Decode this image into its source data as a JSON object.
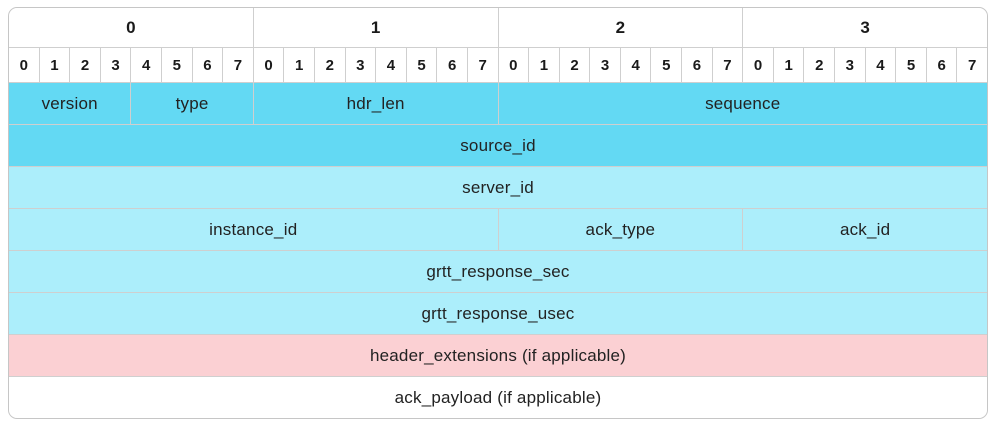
{
  "diagram_title": "protocol-header-layout",
  "byte_headers": [
    "0",
    "1",
    "2",
    "3"
  ],
  "bit_headers": [
    "0",
    "1",
    "2",
    "3",
    "4",
    "5",
    "6",
    "7"
  ],
  "colors": {
    "blue": "#63d9f3",
    "cyan": "#aceefb",
    "pink": "#fbd0d3",
    "white": "#ffffff",
    "grid_line": "#cfcfcf",
    "header_bg": "#ffffff",
    "text": "#222222"
  },
  "rows": [
    {
      "cells": [
        {
          "label": "version",
          "span": 4,
          "color": "blue"
        },
        {
          "label": "type",
          "span": 4,
          "color": "blue"
        },
        {
          "label": "hdr_len",
          "span": 8,
          "color": "blue"
        },
        {
          "label": "sequence",
          "span": 16,
          "color": "blue"
        }
      ]
    },
    {
      "cells": [
        {
          "label": "source_id",
          "span": 32,
          "color": "blue"
        }
      ]
    },
    {
      "cells": [
        {
          "label": "server_id",
          "span": 32,
          "color": "cyan"
        }
      ]
    },
    {
      "cells": [
        {
          "label": "instance_id",
          "span": 16,
          "color": "cyan"
        },
        {
          "label": "ack_type",
          "span": 8,
          "color": "cyan"
        },
        {
          "label": "ack_id",
          "span": 8,
          "color": "cyan"
        }
      ]
    },
    {
      "cells": [
        {
          "label": "grtt_response_sec",
          "span": 32,
          "color": "cyan"
        }
      ]
    },
    {
      "cells": [
        {
          "label": "grtt_response_usec",
          "span": 32,
          "color": "cyan"
        }
      ]
    },
    {
      "cells": [
        {
          "label": "header_extensions (if applicable)",
          "span": 32,
          "color": "pink"
        }
      ]
    },
    {
      "cells": [
        {
          "label": "ack_payload (if applicable)",
          "span": 32,
          "color": "white"
        }
      ]
    }
  ]
}
